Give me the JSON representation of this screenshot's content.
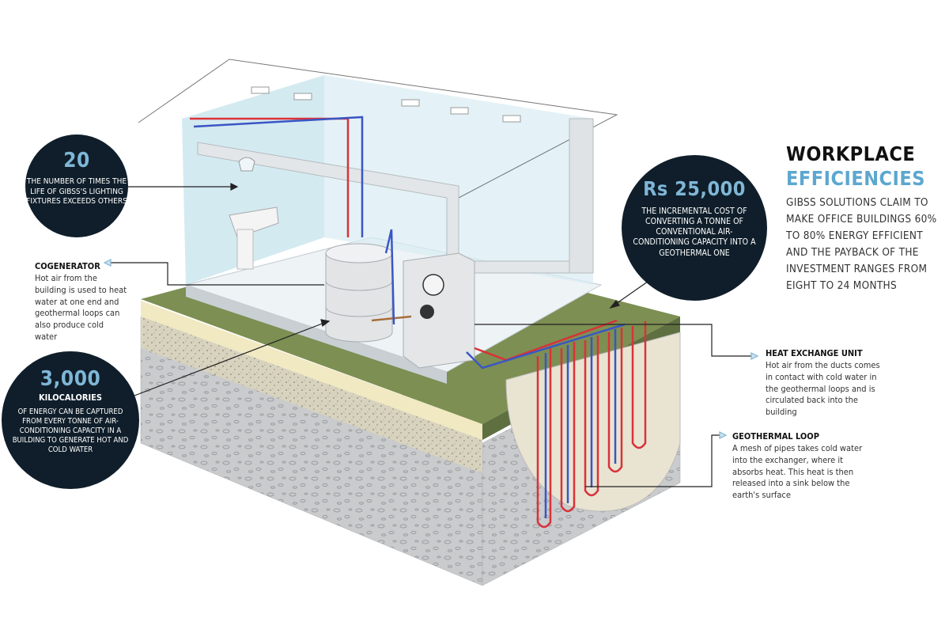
{
  "title": {
    "line1": "WORKPLACE",
    "line2": "EFFICIENCIES",
    "description": "GIBSS SOLUTIONS CLAIM TO MAKE OFFICE BUILDINGS 60% TO 80% ENERGY EFFICIENT AND THE PAYBACK OF THE INVESTMENT RANGES FROM EIGHT TO 24 MONTHS"
  },
  "stats": {
    "lighting": {
      "value": "20",
      "text": "THE NUMBER OF TIMES THE LIFE OF GIBSS'S LIGHTING FIXTURES EXCEEDS OTHERS"
    },
    "cost": {
      "value": "Rs 25,000",
      "text": "THE INCREMENTAL COST OF CONVERTING A TONNE OF CONVENTIONAL AIR-CONDITIONING CAPACITY INTO A GEOTHERMAL ONE"
    },
    "energy": {
      "value": "3,000",
      "unit": "KILOCALORIES",
      "text": "OF ENERGY CAN BE CAPTURED FROM EVERY TONNE OF AIR-CONDITIONING CAPACITY IN A BUILDING TO GENERATE HOT AND COLD WATER"
    }
  },
  "callouts": {
    "cogenerator": {
      "title": "COGENERATOR",
      "text": "Hot air from the building is used to heat water at one end and geothermal loops can also produce cold water"
    },
    "heat_exchange": {
      "title": "HEAT EXCHANGE UNIT",
      "text": "Hot air from the ducts comes in contact with cold water in the geothermal loops and is circulated back into the building"
    },
    "geothermal": {
      "title": "GEOTHERMAL LOOP",
      "text": "A mesh of pipes takes cold water into the exchanger, where it absorbs heat. This heat is then released into a sink below the earth's surface"
    }
  },
  "colors": {
    "navy": "#0f1e2a",
    "accent": "#5ca7cf",
    "hot_pipe": "#d9323a",
    "cold_pipe": "#3a56c4",
    "grass": "#7d8f52"
  }
}
